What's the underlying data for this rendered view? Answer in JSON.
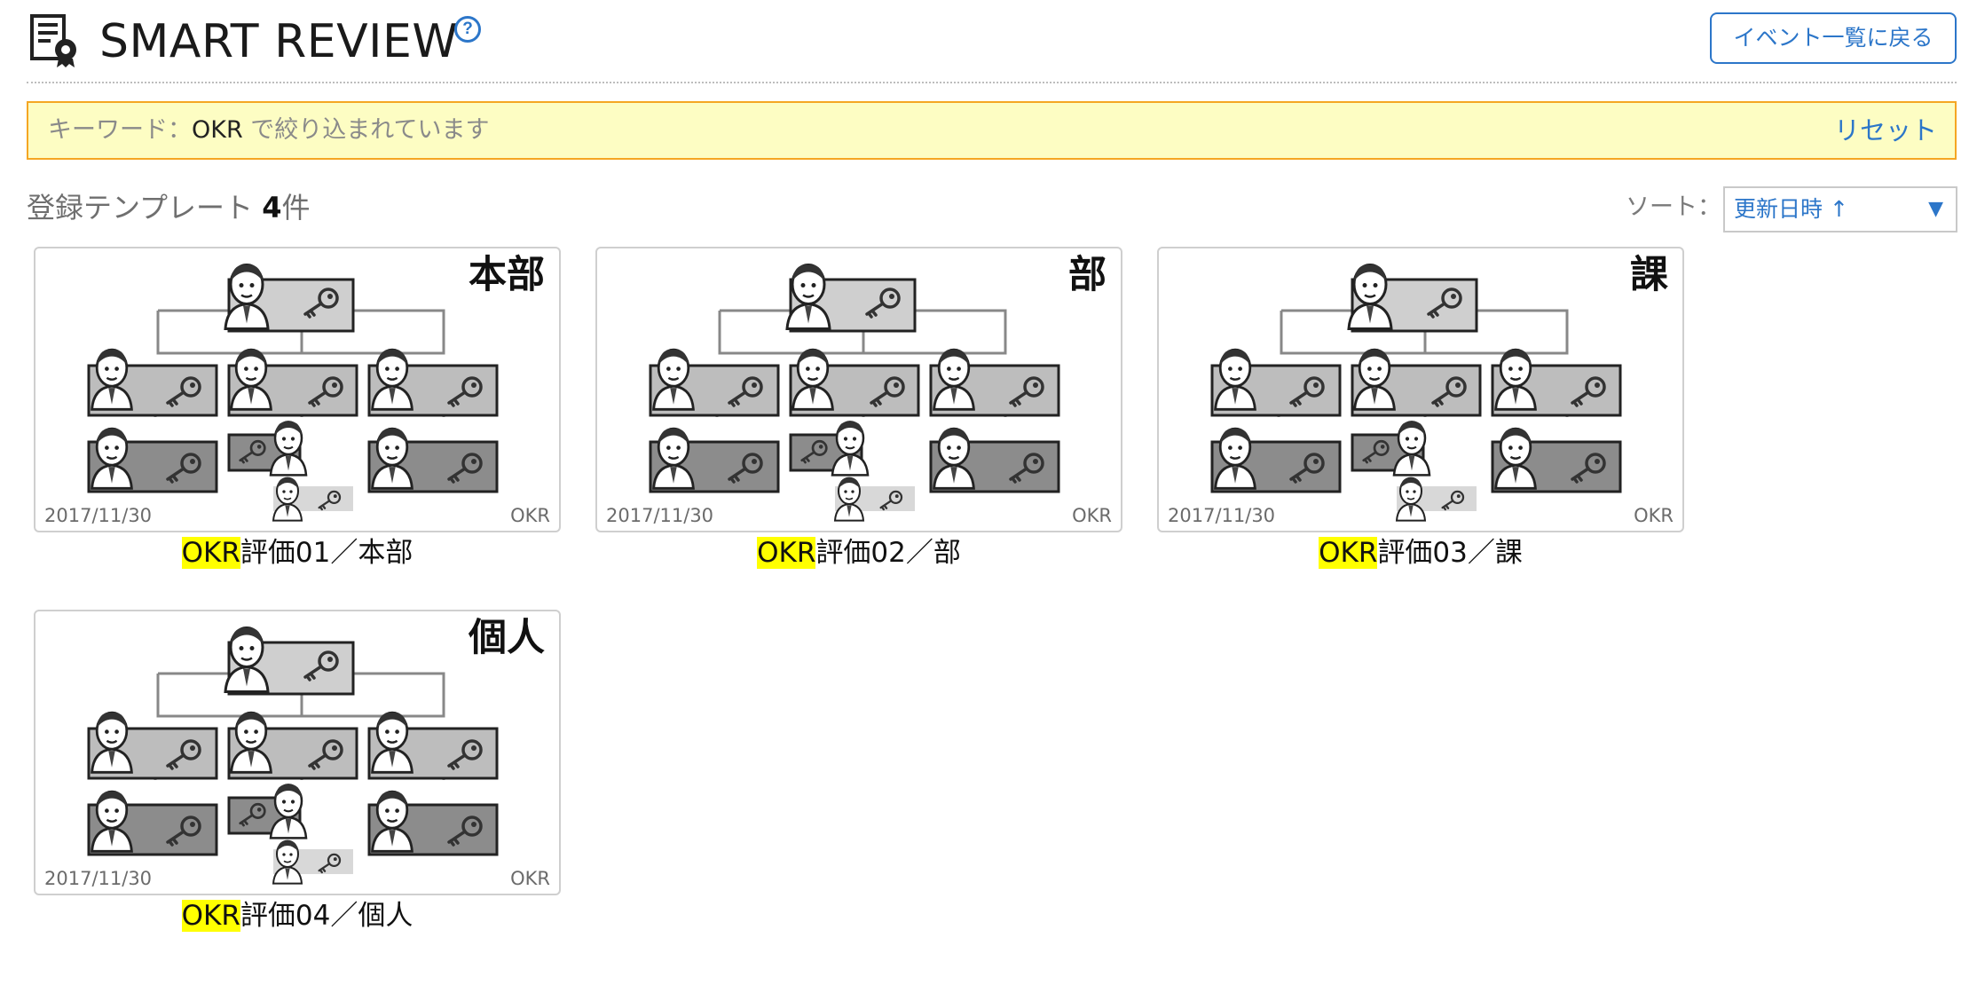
{
  "header": {
    "title": "SMART REVIEW",
    "logo_icon": "review-certificate-icon",
    "help_icon": "question-circle-icon",
    "back_button_label": "イベント一覧に戻る"
  },
  "filter": {
    "prefix": "キーワード：",
    "keyword": "OKR",
    "suffix": " で絞り込まれています",
    "reset_label": "リセット"
  },
  "list": {
    "heading": "登録テンプレート ",
    "count": "4",
    "count_unit": "件",
    "sort_label": "ソート：",
    "sort_value": "更新日時 ↑",
    "sort_caret": "▼"
  },
  "colors": {
    "accent": "#2c76c9",
    "highlight": "#ffff00",
    "banner_bg": "#fdfdc3",
    "banner_border": "#f5a623"
  },
  "templates": [
    {
      "label": "本部",
      "date": "2017/11/30",
      "tag": "OKR",
      "title_highlight": "OKR",
      "title_rest": "評価01／本部"
    },
    {
      "label": "部",
      "date": "2017/11/30",
      "tag": "OKR",
      "title_highlight": "OKR",
      "title_rest": "評価02／部"
    },
    {
      "label": "課",
      "date": "2017/11/30",
      "tag": "OKR",
      "title_highlight": "OKR",
      "title_rest": "評価03／課"
    },
    {
      "label": "個人",
      "date": "2017/11/30",
      "tag": "OKR",
      "title_highlight": "OKR",
      "title_rest": "評価04／個人"
    }
  ]
}
